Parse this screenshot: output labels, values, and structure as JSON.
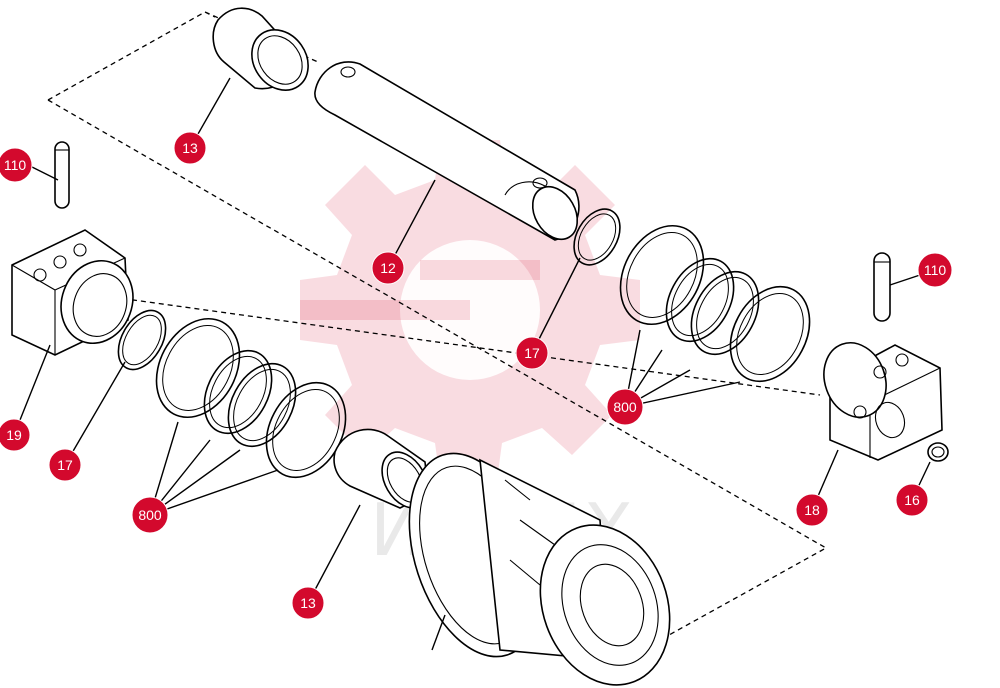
{
  "watermark": {
    "text": "ИНТЕХ",
    "color": "#d3092d"
  },
  "callouts": {
    "c13_top": "13",
    "c12": "12",
    "c110_left": "110",
    "c17_mid": "17",
    "c110_right": "110",
    "c19": "19",
    "c800_right": "800",
    "c17_left": "17",
    "c18": "18",
    "c16": "16",
    "c800_left": "800",
    "c13_bottom": "13"
  },
  "colors": {
    "callout": "#d3092d",
    "line": "#000000",
    "background": "#ffffff"
  }
}
